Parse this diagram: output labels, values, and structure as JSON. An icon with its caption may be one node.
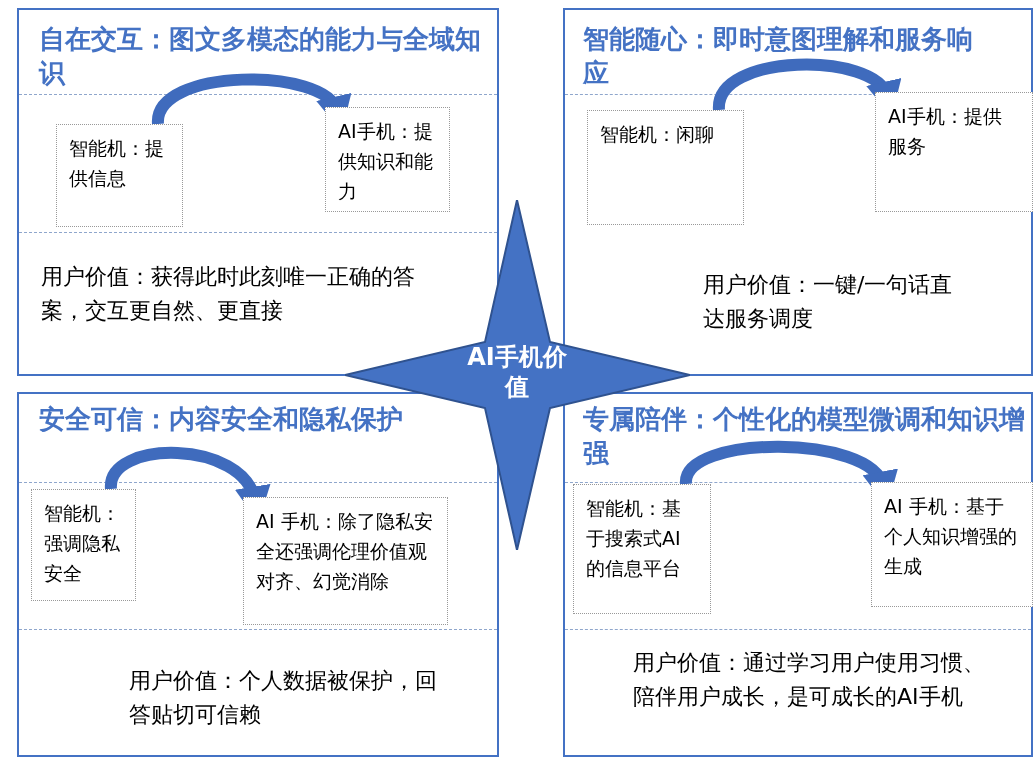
{
  "diagram": {
    "nodes": [
      {
        "text": [
          "自在交互：图文多模态的能力与全域知识",
          "用户价值：获得此时此刻唯一正确的答案，交互更自然、更直接"
        ]
      },
      {
        "text": [
          "智能机：提供信息"
        ],
        "in": 0
      },
      {
        "text": [
          "AI手机：提供知识和能力"
        ],
        "in": 0
      },
      {
        "text": [
          "智能随心：即时意图理解和服务响应",
          "用户价值：一键/一句话直达服务调度"
        ]
      },
      {
        "text": [
          "智能机：闲聊"
        ],
        "in": 3
      },
      {
        "text": [
          "AI手机：提供服务"
        ],
        "in": 3
      },
      {
        "text": [
          "安全可信：内容安全和隐私保护",
          "用户价值：个人数据被保护，回答贴切可信赖"
        ]
      },
      {
        "text": [
          "智能机：强调隐私安全"
        ],
        "in": 6
      },
      {
        "text": [
          "AI 手机：除了隐私安全还强调伦理价值观对齐、幻觉消除"
        ],
        "in": 6
      },
      {
        "text": [
          "专属陪伴：个性化的模型微调和知识增强",
          "用户价值：通过学习用户使用习惯、陪伴用户成长，是可成长的AI手机"
        ]
      },
      {
        "text": [
          "智能机：基于搜索式AI的信息平台"
        ],
        "in": 9
      },
      {
        "text": [
          "AI 手机：基于个人知识增强的生成"
        ],
        "in": 9
      },
      {
        "text": [
          "AI手机价值"
        ]
      }
    ],
    "edges": [
      {
        "from": 1,
        "to": 2,
        "arrow": "to"
      },
      {
        "from": 4,
        "to": 5,
        "arrow": "to"
      },
      {
        "from": 7,
        "to": 8,
        "arrow": "to"
      },
      {
        "from": 10,
        "to": 11,
        "arrow": "to"
      }
    ]
  }
}
